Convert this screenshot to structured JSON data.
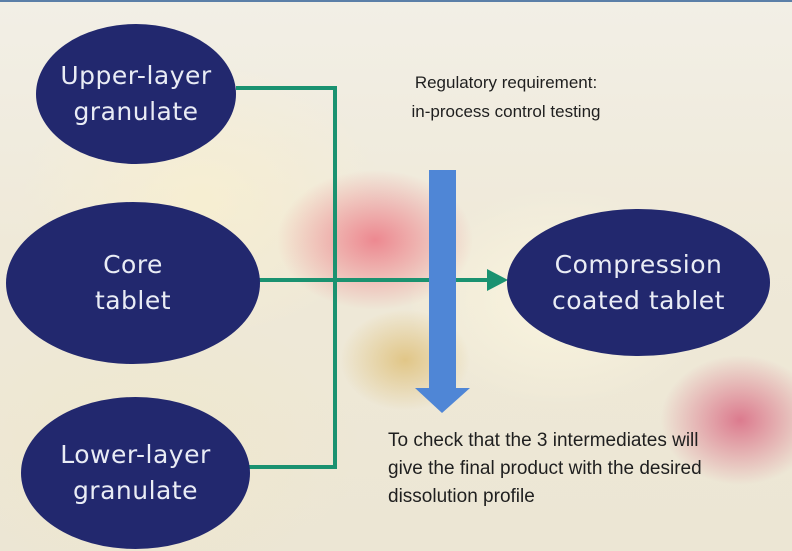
{
  "nodes": {
    "upper": "Upper-layer\ngranulate",
    "core": "Core\ntablet",
    "lower": "Lower-layer\ngranulate",
    "result": "Compression\ncoated tablet"
  },
  "captions": {
    "regulatory": [
      "Regulatory requirement:",
      "in-process control testing"
    ],
    "check": [
      "To check that the 3 intermediates will",
      "give the final product with the desired",
      "dissolution profile"
    ]
  },
  "colors": {
    "node_fill": "#22286e",
    "connector": "#1a9270",
    "arrow": "#4f86d6"
  }
}
